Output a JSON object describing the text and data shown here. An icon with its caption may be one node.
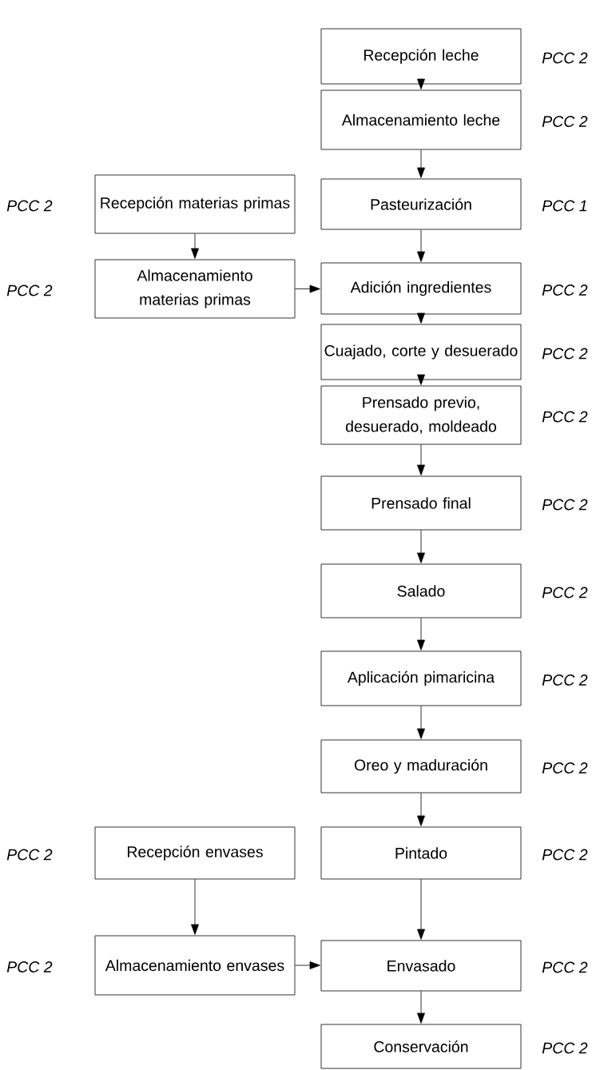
{
  "diagram": {
    "nodes": [
      {
        "text": [
          "Recepción leche"
        ],
        "beside": [
          "PCC 2"
        ]
      },
      {
        "text": [
          "Almacenamiento leche"
        ],
        "beside": [
          "PCC 2"
        ]
      },
      {
        "text": [
          "Pasteurización"
        ],
        "beside": [
          "PCC 1"
        ]
      },
      {
        "text": [
          "Adición ingredientes"
        ],
        "beside": [
          "PCC 2"
        ]
      },
      {
        "text": [
          "Cuajado, corte y desuerado"
        ],
        "beside": [
          "PCC 2"
        ]
      },
      {
        "text": [
          "Prensado previo, desuerado, moldeado"
        ],
        "beside": [
          "PCC 2"
        ]
      },
      {
        "text": [
          "Prensado final"
        ],
        "beside": [
          "PCC 2"
        ]
      },
      {
        "text": [
          "Salado"
        ],
        "beside": [
          "PCC 2"
        ]
      },
      {
        "text": [
          "Aplicación pimaricina"
        ],
        "beside": [
          "PCC 2"
        ]
      },
      {
        "text": [
          "Oreo y maduración"
        ],
        "beside": [
          "PCC 2"
        ]
      },
      {
        "text": [
          "Pintado"
        ],
        "beside": [
          "PCC 2"
        ]
      },
      {
        "text": [
          "Envasado"
        ],
        "beside": [
          "PCC 2"
        ]
      },
      {
        "text": [
          "Conservación"
        ],
        "beside": [
          "PCC 2"
        ]
      },
      {
        "text": [
          "Recepción materias primas"
        ],
        "beside": [
          "PCC 2"
        ]
      },
      {
        "text": [
          "Almacenamiento materias primas"
        ],
        "beside": [
          "PCC 2"
        ]
      },
      {
        "text": [
          "Recepción envases"
        ],
        "beside": [
          "PCC 2"
        ]
      },
      {
        "text": [
          "Almacenamiento envases"
        ],
        "beside": [
          "PCC 2"
        ]
      }
    ],
    "edges": [
      {
        "from": 0,
        "to": 1,
        "arrow": "to"
      },
      {
        "from": 1,
        "to": 2,
        "arrow": "to"
      },
      {
        "from": 2,
        "to": 3,
        "arrow": "to"
      },
      {
        "from": 3,
        "to": 4,
        "arrow": "to"
      },
      {
        "from": 4,
        "to": 5,
        "arrow": "to"
      },
      {
        "from": 5,
        "to": 6,
        "arrow": "to"
      },
      {
        "from": 6,
        "to": 7,
        "arrow": "to"
      },
      {
        "from": 7,
        "to": 8,
        "arrow": "to"
      },
      {
        "from": 8,
        "to": 9,
        "arrow": "to"
      },
      {
        "from": 9,
        "to": 10,
        "arrow": "to"
      },
      {
        "from": 10,
        "to": 11,
        "arrow": "to"
      },
      {
        "from": 11,
        "to": 12,
        "arrow": "to"
      },
      {
        "from": 13,
        "to": 14,
        "arrow": "to"
      },
      {
        "from": 14,
        "to": 3,
        "arrow": "to"
      },
      {
        "from": 15,
        "to": 16,
        "arrow": "to"
      },
      {
        "from": 16,
        "to": 11,
        "arrow": "to"
      }
    ]
  }
}
